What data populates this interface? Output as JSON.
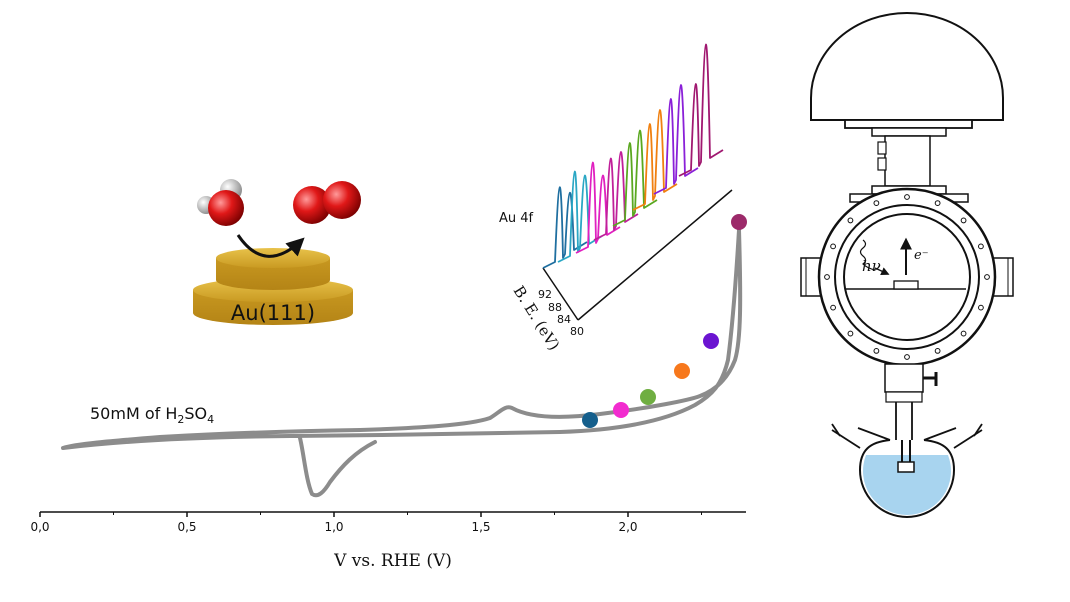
{
  "electrolyte_label": {
    "main": "50mM of H",
    "sub": "2",
    "mid": "SO",
    "sub2": "4"
  },
  "x_axis": {
    "label": "V vs. RHE (V)",
    "ticks": [
      "0,0",
      "0,5",
      "1,0",
      "1,5",
      "2,0"
    ]
  },
  "inset": {
    "signal_label": "Au 4f",
    "be_label": "B. E. (eV)",
    "be_ticks": [
      "92",
      "88",
      "84",
      "80"
    ],
    "spectrum_colors": [
      "#1f6fa0",
      "#2aa7c4",
      "#e020c0",
      "#c0209a",
      "#5aa820",
      "#f08010",
      "#8a20d8",
      "#a01870"
    ]
  },
  "surface_label": "Au(111)",
  "potential_markers": [
    {
      "color": "#155f8c"
    },
    {
      "color": "#f22ccf"
    },
    {
      "color": "#6fae41"
    },
    {
      "color": "#f7781c"
    },
    {
      "color": "#6b14d1"
    },
    {
      "color": "#9c2a6a"
    }
  ],
  "cell_diagram": {
    "photon_label": "hν",
    "electron_label": "e⁻"
  },
  "colors": {
    "cv_curve": "#8c8c8c",
    "gold": "#c9a12a",
    "water": "#a8d4ef"
  }
}
